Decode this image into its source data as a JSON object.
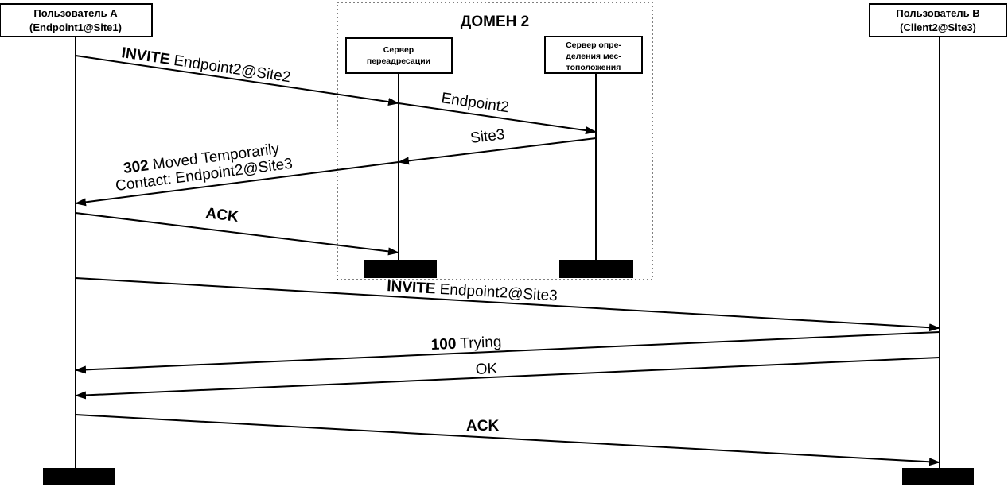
{
  "domain": {
    "title": "ДОМЕН 2"
  },
  "participants": [
    {
      "id": "user-a",
      "lines": [
        "Пользователь А",
        "(Endpoint1@Site1)"
      ]
    },
    {
      "id": "redirect-server",
      "lines": [
        "Сервер",
        "переадресации"
      ]
    },
    {
      "id": "location-server",
      "lines": [
        "Сервер опре-",
        "деления мес-",
        "тоположения"
      ]
    },
    {
      "id": "user-b",
      "lines": [
        "Пользователь В",
        "(Client2@Site3)"
      ]
    }
  ],
  "messages": [
    {
      "id": "invite-1",
      "parts": [
        {
          "text": "INVITE",
          "bold": true
        },
        {
          "text": " Endpoint2@Site2",
          "bold": false
        }
      ]
    },
    {
      "id": "endpoint2",
      "parts": [
        {
          "text": "Endpoint2",
          "bold": false
        }
      ]
    },
    {
      "id": "site3",
      "parts": [
        {
          "text": "Site3",
          "bold": false
        }
      ]
    },
    {
      "id": "moved-1",
      "parts": [
        {
          "text": "302",
          "bold": true
        },
        {
          "text": " Moved Temporarily",
          "bold": false
        }
      ]
    },
    {
      "id": "moved-2",
      "parts": [
        {
          "text": "Contact: Endpoint2@Site3",
          "bold": false
        }
      ]
    },
    {
      "id": "ack-1",
      "parts": [
        {
          "text": "ACK",
          "bold": true
        }
      ]
    },
    {
      "id": "invite-2",
      "parts": [
        {
          "text": "INVITE",
          "bold": true
        },
        {
          "text": " Endpoint2@Site3",
          "bold": false
        }
      ]
    },
    {
      "id": "trying",
      "parts": [
        {
          "text": "100",
          "bold": true
        },
        {
          "text": " Trying",
          "bold": false
        }
      ]
    },
    {
      "id": "ok",
      "parts": [
        {
          "text": "OK",
          "bold": false
        }
      ]
    },
    {
      "id": "ack-2",
      "parts": [
        {
          "text": "ACK",
          "bold": true
        }
      ]
    }
  ]
}
